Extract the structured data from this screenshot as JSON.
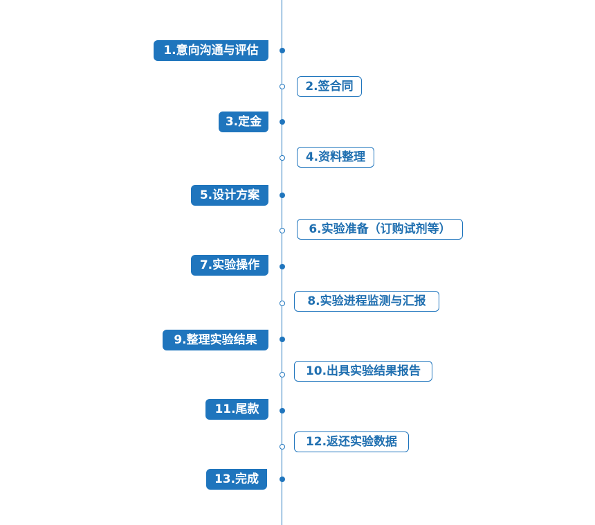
{
  "accent_color": "#1f75bd",
  "steps": [
    {
      "label": "1.意向沟通与评估",
      "side": "left",
      "dot": "filled"
    },
    {
      "label": "2.签合同",
      "side": "right",
      "dot": "hollow"
    },
    {
      "label": "3.定金",
      "side": "left",
      "dot": "filled"
    },
    {
      "label": "4.资料整理",
      "side": "right",
      "dot": "hollow"
    },
    {
      "label": "5.设计方案",
      "side": "left",
      "dot": "filled"
    },
    {
      "label": "6.实验准备（订购试剂等）",
      "side": "right",
      "dot": "hollow"
    },
    {
      "label": "7.实验操作",
      "side": "left",
      "dot": "filled"
    },
    {
      "label": "8.实验进程监测与汇报",
      "side": "right",
      "dot": "hollow"
    },
    {
      "label": "9.整理实验结果",
      "side": "left",
      "dot": "filled"
    },
    {
      "label": "10.出具实验结果报告",
      "side": "right",
      "dot": "hollow"
    },
    {
      "label": "11.尾款",
      "side": "left",
      "dot": "filled"
    },
    {
      "label": "12.返还实验数据",
      "side": "right",
      "dot": "hollow"
    },
    {
      "label": "13.完成",
      "side": "left",
      "dot": "filled"
    }
  ]
}
